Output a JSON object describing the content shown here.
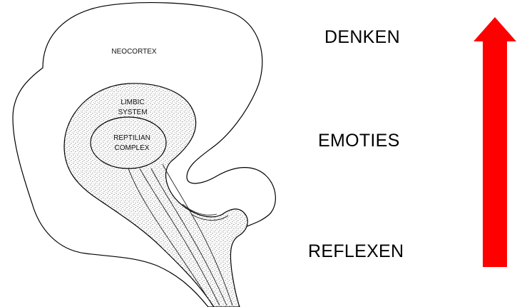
{
  "brain": {
    "neocortex_label": "NEOCORTEX",
    "limbic_label_lines": [
      "LIMBIC",
      "SYSTEM"
    ],
    "reptilian_label_lines": [
      "REPTILIAN",
      "COMPLEX"
    ]
  },
  "levels": {
    "top": "DENKEN",
    "middle": "EMOTIES",
    "bottom": "REFLEXEN"
  },
  "arrow": {
    "color": "#ff0000",
    "direction": "up"
  }
}
